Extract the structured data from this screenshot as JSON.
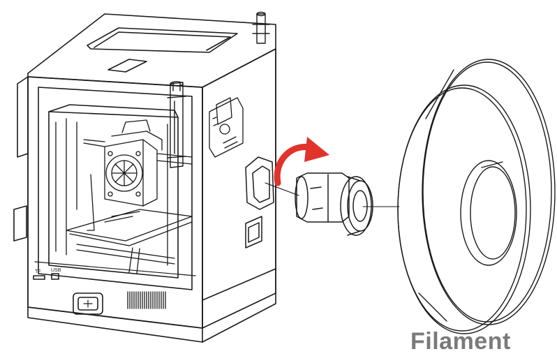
{
  "diagram": {
    "label": "Filament",
    "printer_port_labels": [
      "TF",
      "USB"
    ],
    "arrow_color": "#e0332b",
    "line_color": "#1a1a1a",
    "label_color": "#7a7a7a"
  }
}
